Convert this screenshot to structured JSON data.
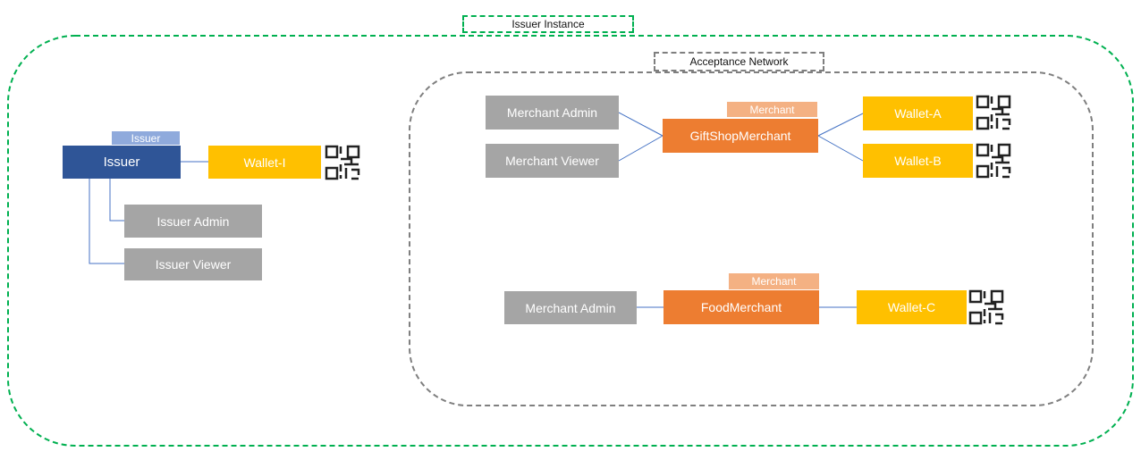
{
  "colors": {
    "issuer": "#2f5597",
    "issuer_tag": "#8faadc",
    "merchant": "#ed7d31",
    "merchant_tag": "#f4b183",
    "wallet": "#ffc000",
    "role": "#a5a5a5",
    "green_border": "#00b050",
    "gray_border": "#7f7f7f",
    "connector": "#4472c4"
  },
  "groups": {
    "issuer_instance": "Issuer Instance",
    "acceptance_network": "Acceptance Network"
  },
  "issuer": {
    "tag": "Issuer",
    "name": "Issuer",
    "wallet": "Wallet-I",
    "admin": "Issuer Admin",
    "viewer": "Issuer Viewer"
  },
  "gift_shop": {
    "tag": "Merchant",
    "name": "GiftShopMerchant",
    "admin": "Merchant Admin",
    "viewer": "Merchant Viewer",
    "wallet_a": "Wallet-A",
    "wallet_b": "Wallet-B"
  },
  "food": {
    "tag": "Merchant",
    "name": "FoodMerchant",
    "admin": "Merchant Admin",
    "wallet_c": "Wallet-C"
  },
  "icons": {
    "wallet_qr": "qr-code-icon"
  }
}
